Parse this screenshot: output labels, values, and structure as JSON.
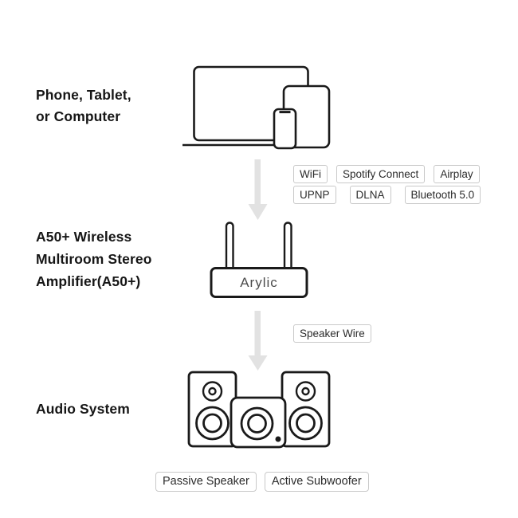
{
  "colors": {
    "outline": "#1a1a1a",
    "arrow": "#e2e2e2",
    "tag_border": "#c9c9c9",
    "tag_text": "#2b2b2b",
    "heading_text": "#161616",
    "brand_text": "#4c4c4c",
    "background": "#ffffff"
  },
  "sections": {
    "devices": {
      "title_lines": [
        "Phone, Tablet,",
        "or Computer"
      ],
      "icons": [
        "laptop-icon",
        "tablet-icon",
        "phone-icon"
      ]
    },
    "connection_protocols": {
      "row1": [
        "WiFi",
        "Spotify Connect",
        "Airplay"
      ],
      "row2": [
        "UPNP",
        "DLNA",
        "Bluetooth 5.0"
      ]
    },
    "amplifier": {
      "title_lines": [
        "A50+ Wireless",
        "Multiroom Stereo",
        "Amplifier(A50+)"
      ],
      "brand": "Arylic",
      "icon": "wireless-amplifier-icon"
    },
    "speaker_connection": {
      "label": "Speaker Wire"
    },
    "audio_system": {
      "title": "Audio System",
      "labels": [
        "Passive Speaker",
        "Active Subwoofer"
      ],
      "icons": [
        "passive-speaker-icon",
        "active-subwoofer-icon",
        "passive-speaker-icon"
      ]
    }
  }
}
